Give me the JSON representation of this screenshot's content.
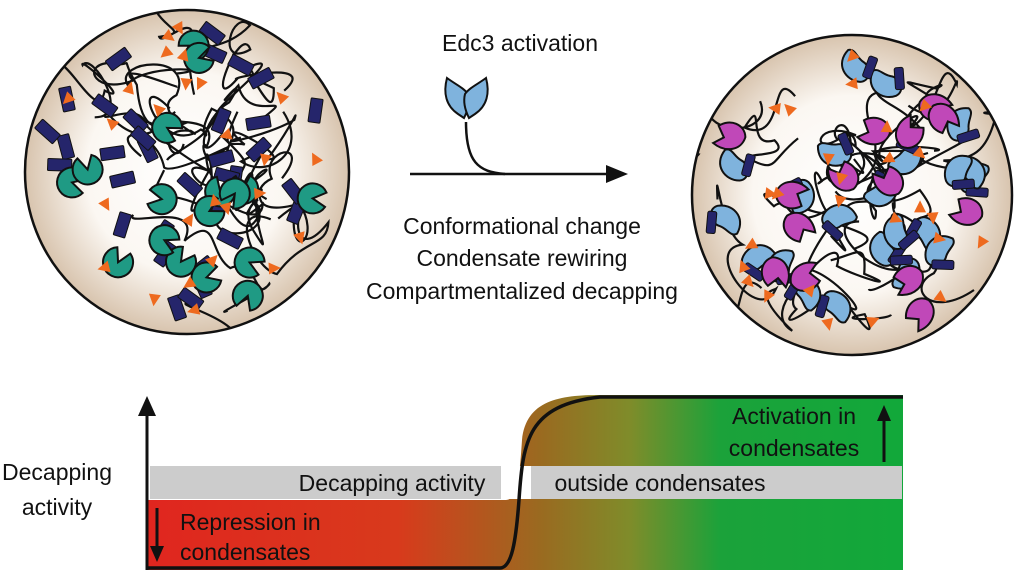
{
  "top": {
    "arrow_label": "Edc3 activation",
    "process_lines": [
      "Conformational change",
      "Condensate rewiring",
      "Compartmentalized decapping"
    ]
  },
  "graph": {
    "y_axis_label_lines": [
      "Decapping",
      "activity"
    ],
    "baseline_label_left": "Decapping activity",
    "baseline_label_right": "outside condensates",
    "repression_lines": [
      "Repression in",
      "condensates"
    ],
    "activation_lines": [
      "Activation in",
      "condensates"
    ]
  },
  "colors": {
    "droplet_fill": "#f6efe8",
    "droplet_edge": "#c9b39a",
    "rod": "#25256b",
    "triangle": "#ee6a1f",
    "pacman_green": "#1f9a84",
    "edc3_blue": "#7fb3dd",
    "magenta": "#c048b8",
    "repression_red": "#e0261f",
    "activation_green": "#1ba23a",
    "baseline_gray": "#cccccc"
  }
}
